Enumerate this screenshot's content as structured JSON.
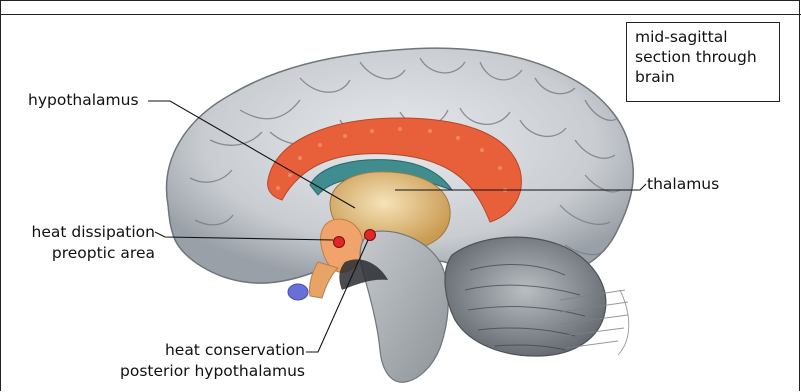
{
  "info_box": {
    "lines": [
      "mid-sagittal",
      "section through",
      "brain"
    ]
  },
  "labels": {
    "hypothalamus": "hypothalamus",
    "thalamus": "thalamus",
    "heat_dissipation": "heat dissipation",
    "preoptic_area": "preoptic area",
    "heat_conservation": "heat conservation",
    "posterior_hypothalamus": "posterior hypothalamus"
  },
  "colors": {
    "cortex": "#cfd3d8",
    "cortex_shadow": "#9ea4ab",
    "corpus_callosum": "#e8603a",
    "thalamus": "#e8c98a",
    "ventricle": "#3f8d8f",
    "brainstem": "#a9aeb3",
    "cerebellum": "#7f858b",
    "marker": "#e32626"
  }
}
